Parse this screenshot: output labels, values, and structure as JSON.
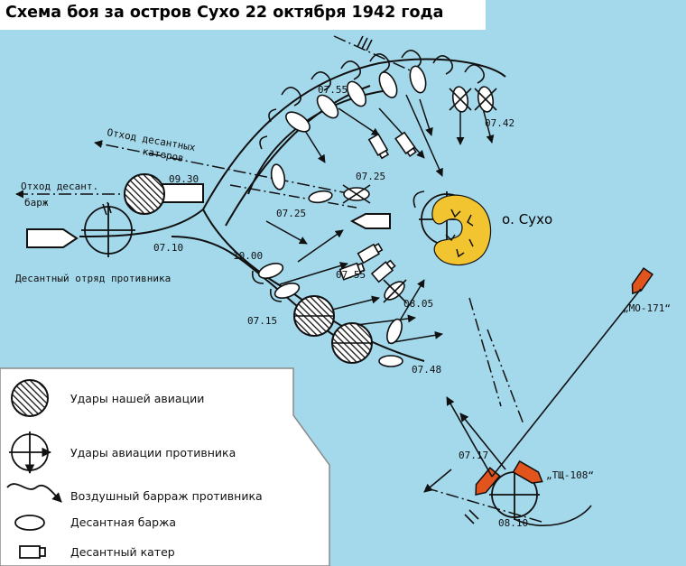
{
  "title": "Схема боя за остров Сухо 22 октября 1942 года",
  "colors": {
    "sea": "#a4d9ec",
    "island": "#f2c530",
    "our_ships": "#e2541e",
    "ink": "#111111"
  },
  "labels": {
    "island": "о. Сухо",
    "enemy_detachment": "Десантный отряд противника",
    "boats_withdrawal_line1": "Отход десантных",
    "boats_withdrawal_line2": "катеров",
    "barges_withdrawal_line1": "Отход десант.",
    "barges_withdrawal_line2": "барж",
    "ship_mo171": "„МО-171“",
    "ship_tshch108": "„ТЩ-108“"
  },
  "times": {
    "t0755": "07.55",
    "t0742": "07.42",
    "t0930": "09.30",
    "t0725a": "07.25",
    "t0725b": "07.25",
    "t0710": "07.10",
    "t1000": "10.00",
    "t0755b": "07.55",
    "t0805": "08.05",
    "t0715": "07.15",
    "t0748": "07.48",
    "t0717": "07.17",
    "t0810": "08.10"
  },
  "legend": [
    {
      "icon": "our-air-strike-icon",
      "text": "Удары нашей авиации"
    },
    {
      "icon": "enemy-air-strike-icon",
      "text": "Удары авиации противника"
    },
    {
      "icon": "air-barrage-icon",
      "text": "Воздушный барраж противника"
    },
    {
      "icon": "landing-barge-icon",
      "text": "Десантная баржа"
    },
    {
      "icon": "landing-boat-icon",
      "text": "Десантный катер"
    }
  ]
}
